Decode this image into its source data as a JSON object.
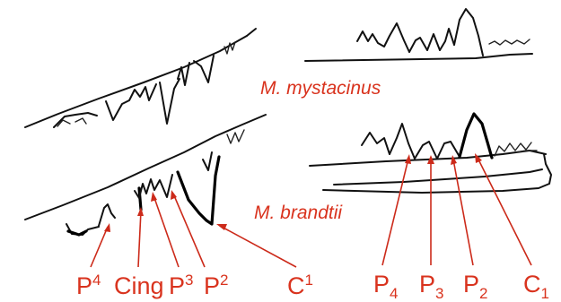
{
  "species": {
    "top": "M. mystacinus",
    "bottom": "M. brandtii"
  },
  "upper_labels": [
    {
      "base": "P",
      "sup": "4"
    },
    {
      "base": "Cing",
      "sup": ""
    },
    {
      "base": "P",
      "sup": "3"
    },
    {
      "base": "P",
      "sup": "2"
    },
    {
      "base": "C",
      "sup": "1"
    }
  ],
  "lower_labels": [
    {
      "base": "P",
      "sub": "4"
    },
    {
      "base": "P",
      "sub": "3"
    },
    {
      "base": "P",
      "sub": "2"
    },
    {
      "base": "C",
      "sub": "1"
    }
  ],
  "colors": {
    "annotation": "#d9331e",
    "ink": "#111111"
  }
}
